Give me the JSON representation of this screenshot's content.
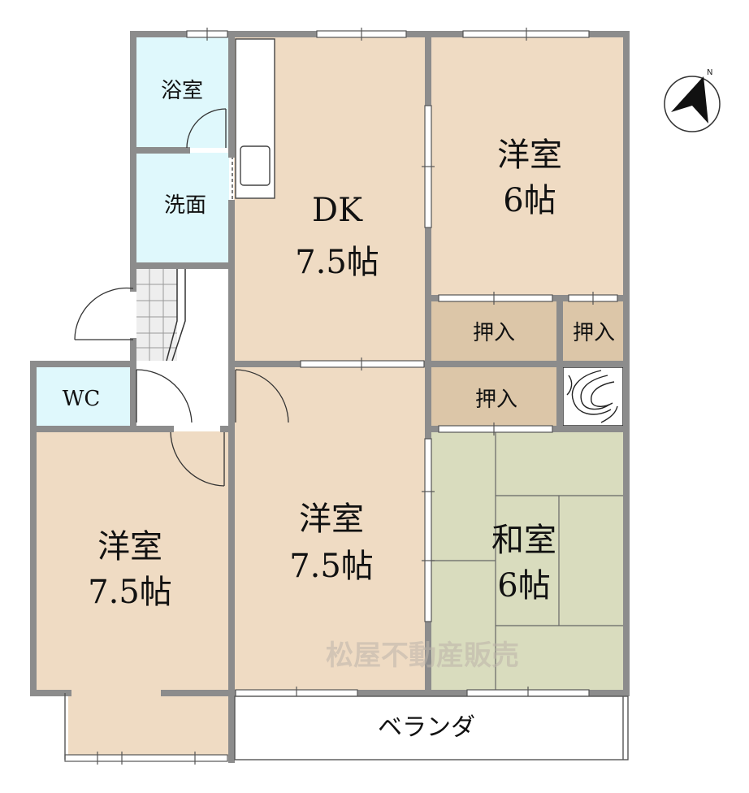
{
  "colors": {
    "wall": "#8c8c8c",
    "floor_wood": "#efdbc3",
    "floor_closet": "#dcc6a8",
    "floor_water": "#dff8fc",
    "floor_tatami": "#d9dcbe",
    "line": "#555555"
  },
  "rooms": {
    "bath": "浴室",
    "washroom": "洗面",
    "dk_name": "DK",
    "dk_size": "7.5帖",
    "west_ne_name": "洋室",
    "west_ne_size": "6帖",
    "closet_1": "押入",
    "closet_2": "押入",
    "closet_3": "押入",
    "wc": "WC",
    "west_left_name": "洋室",
    "west_left_size": "7.5帖",
    "west_center_name": "洋室",
    "west_center_size": "7.5帖",
    "japanese_name": "和室",
    "japanese_size": "6帖",
    "veranda": "ベランダ"
  },
  "watermark": "松屋不動産販売",
  "compass": {
    "north_label": "N",
    "icon": "north-arrow-icon"
  }
}
